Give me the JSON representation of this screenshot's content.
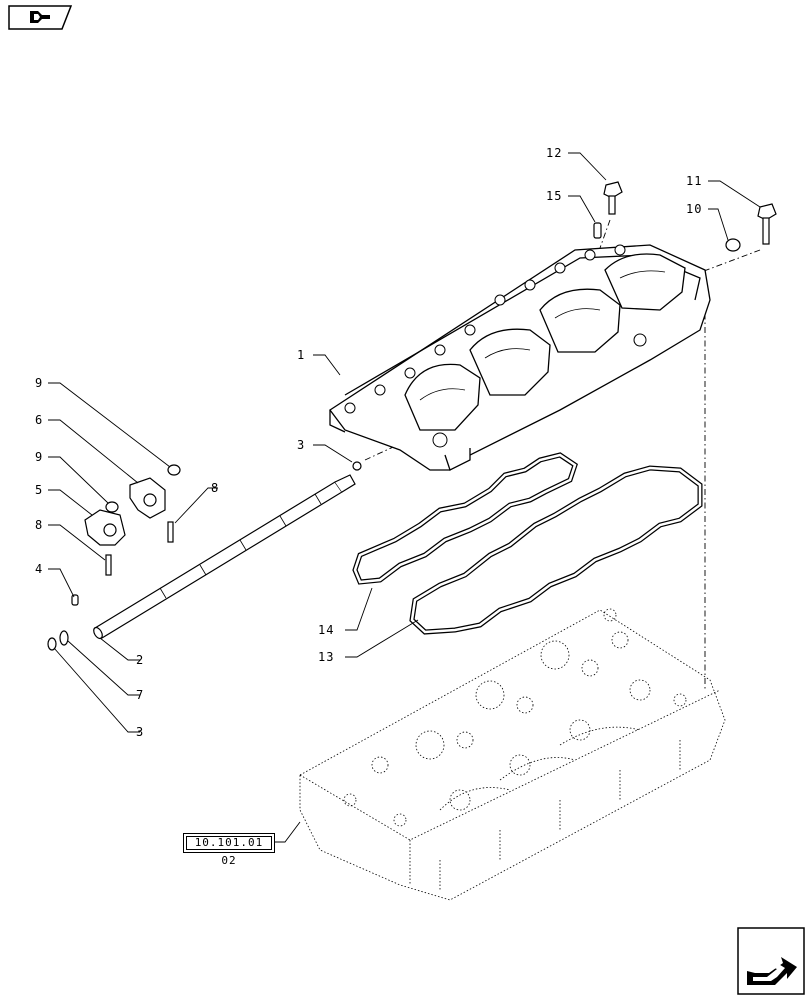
{
  "callouts": {
    "c1": "1",
    "c2": "2",
    "c3a": "3",
    "c3b": "3",
    "c4": "4",
    "c5": "5",
    "c6": "6",
    "c7": "7",
    "c8a": "8",
    "c8b": "8",
    "c9a": "9",
    "c9b": "9",
    "c10": "10",
    "c11": "11",
    "c12": "12",
    "c13": "13",
    "c14": "14",
    "c15": "15"
  },
  "reference": "10.101.01 02",
  "icons": {
    "top_nav": "previous-page-arrow-icon",
    "bottom_nav": "next-page-arrow-icon"
  }
}
